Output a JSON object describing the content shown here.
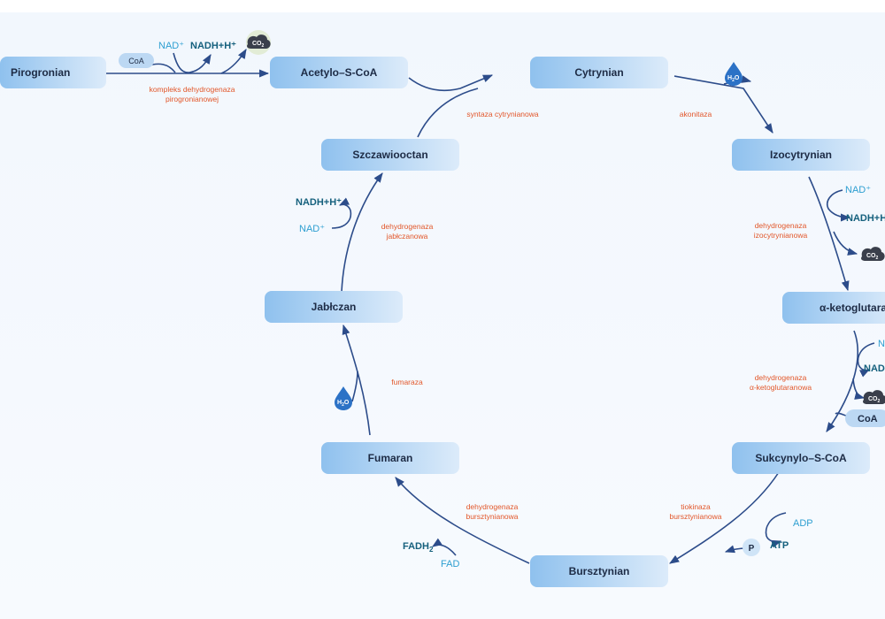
{
  "nodes": {
    "pirogronian": "Pirogronian",
    "acetylo": "Acetylo–S-CoA",
    "cytrynian": "Cytrynian",
    "izocytrynian": "Izocytrynian",
    "ketoglutaran": "α-ketoglutaran",
    "sukcynylo": "Sukcynylo–S-CoA",
    "bursztynian": "Bursztynian",
    "fumaran": "Fumaran",
    "jablczan": "Jabłczan",
    "szczawiooctan": "Szczawiooctan"
  },
  "enzymes": {
    "pdh_line1": "kompleks dehydrogenaza",
    "pdh_line2": "pirogronianowej",
    "syntaza": "syntaza cytrynianowa",
    "akonitaza": "akonitaza",
    "idh_line1": "dehydrogenaza",
    "idh_line2": "izocytrynianowa",
    "akg_line1": "dehydrogenaza",
    "akg_line2": "α-ketoglutaranowa",
    "tio_line1": "tiokinaza",
    "tio_line2": "bursztynianowa",
    "sdh_line1": "dehydrogenaza",
    "sdh_line2": "bursztynianowa",
    "fumaraza": "fumaraza",
    "mdh_line1": "dehydrogenaza",
    "mdh_line2": "jabłczanowa"
  },
  "cofactors": {
    "nad_plus": "NAD⁺",
    "nad_truncated": "N",
    "nadh": "NADH+H⁺",
    "nadh_truncated_1": "NADH+H",
    "nadh_truncated_2": "NAD",
    "coa": "CoA",
    "adp": "ADP",
    "atp": "ATP",
    "p": "P",
    "fad": "FAD",
    "fadh2": "FADH",
    "fadh2_sub": "2",
    "co2_c": "CO",
    "co2_sub": "2",
    "h2o_h": "H",
    "h2o_sub": "2",
    "h2o_o": "O"
  },
  "colors": {
    "node_light": "#cfe3f8",
    "node_dark": "#8fc1ee",
    "arrow": "#2c4c8a",
    "enzyme_text": "#e2572a",
    "cofactor_dark": "#15607d",
    "cofactor_light": "#2e9fd1"
  }
}
